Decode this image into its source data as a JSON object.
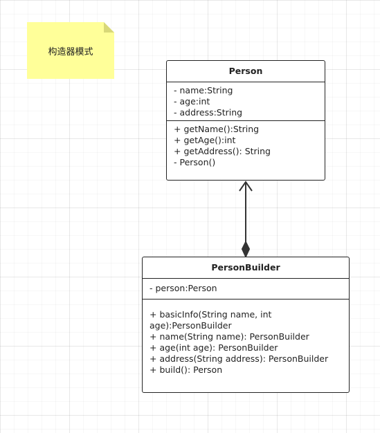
{
  "note": {
    "text": "构造器模式"
  },
  "person_class": {
    "name": "Person",
    "attributes": [
      "- name:String",
      "- age:int",
      "- address:String"
    ],
    "operations": [
      "+ getName():String",
      "+ getAge():int",
      "+ getAddress(): String",
      "- Person()"
    ]
  },
  "builder_class": {
    "name": "PersonBuilder",
    "attributes": [
      "- person:Person"
    ],
    "operations": [
      "+ basicInfo(String name, int age):PersonBuilder",
      "+ name(String name): PersonBuilder",
      "+ age(int age): PersonBuilder",
      "+ address(String address): PersonBuilder",
      "+ build(): Person"
    ]
  },
  "relationship": {
    "type": "composition",
    "from": "PersonBuilder",
    "to": "Person",
    "color": "#333333"
  }
}
